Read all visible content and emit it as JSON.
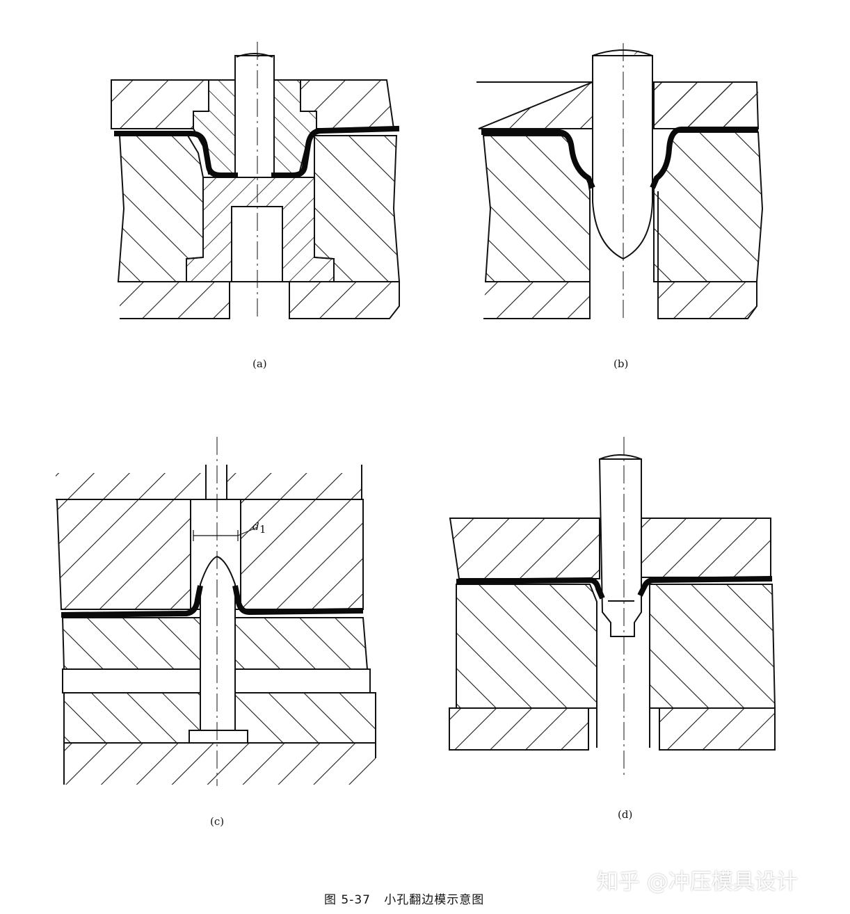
{
  "figure": {
    "panels": [
      {
        "id": "a",
        "label": "(a)"
      },
      {
        "id": "b",
        "label": "(b)"
      },
      {
        "id": "c",
        "label": "(c)",
        "dimension_label": "d",
        "dimension_subscript": "1"
      },
      {
        "id": "d",
        "label": "(d)"
      }
    ],
    "caption": "图 5-37   小孔翻边模示意图",
    "watermark": "知乎 @冲压模具设计"
  }
}
